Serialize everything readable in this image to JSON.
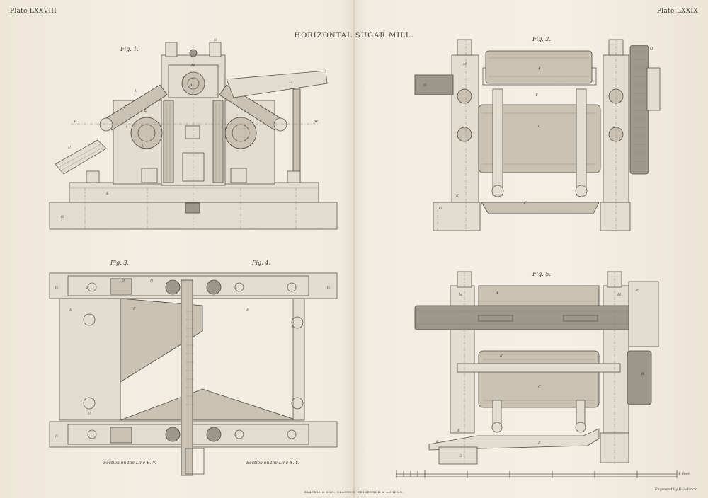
{
  "plate_left": "Plate LXXVIII",
  "plate_right": "Plate LXXIX",
  "title": "HORIZONTAL SUGAR MILL.",
  "figures": {
    "fig1": "Fig. 1.",
    "fig2": "Fig. 2.",
    "fig3": "Fig. 3.",
    "fig4": "Fig. 4.",
    "fig5": "Fig. 5."
  },
  "captions": {
    "left": "Section on the Line E.W.",
    "right": "Section on the Line X. Y."
  },
  "imprint": "BLACKIE & SON, GLASGOW, EDINBURGH & LONDON.",
  "engraver": "Engraved by D. Adcock",
  "scale_label": "1 Feet",
  "part_letters": {
    "m": "M",
    "n": "N",
    "a": "A",
    "b": "B",
    "c": "C",
    "d": "D",
    "e": "E",
    "f": "F",
    "g": "G",
    "h": "H",
    "i": "I",
    "k": "K",
    "l": "L",
    "o": "O",
    "p": "P",
    "q": "Q",
    "r": "R",
    "s": "S",
    "t": "T",
    "u": "U",
    "v": "V",
    "w": "W"
  }
}
